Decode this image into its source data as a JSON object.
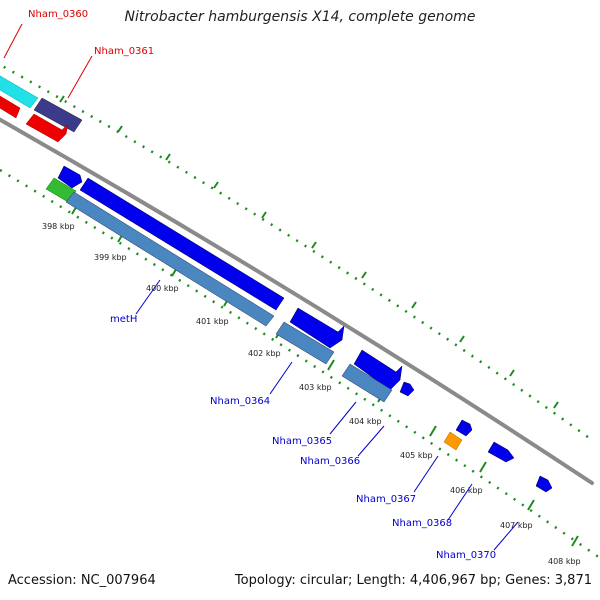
{
  "title": "Nitrobacter hamburgensis X14, complete genome",
  "footer": {
    "accession": "Accession: NC_007964",
    "summary": "Topology: circular; Length: 4,406,967 bp; Genes: 3,871"
  },
  "colors": {
    "backbone": "#8a8a8a",
    "tick": "#1f8a1f",
    "label_red": "#dd0000",
    "label_blue": "#0000cc",
    "gene_blue": "#0000ee",
    "cds_steel": "#4a86c0",
    "gene_red": "#ee0000",
    "gene_cyan": "#22e0e8",
    "gene_purple": "#3b3b8c",
    "gene_green": "#33bb33",
    "gene_orange": "#ff9900"
  },
  "kbp_labels": [
    "398 kbp",
    "399 kbp",
    "400 kbp",
    "401 kbp",
    "402 kbp",
    "403 kbp",
    "404 kbp",
    "405 kbp",
    "406 kbp",
    "407 kbp",
    "408 kbp"
  ],
  "gene_labels": [
    "Nham_0360",
    "Nham_0361",
    "metH",
    "Nham_0364",
    "Nham_0365",
    "Nham_0366",
    "Nham_0367",
    "Nham_0368",
    "Nham_0370"
  ]
}
